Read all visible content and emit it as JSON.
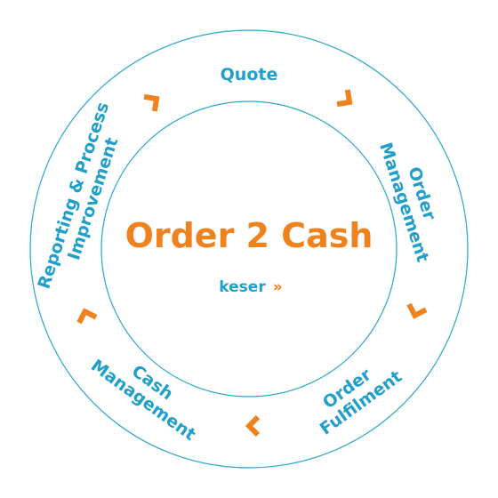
{
  "diagram": {
    "title": "Order 2 Cash",
    "logo": {
      "name": "keser",
      "mark": "»"
    },
    "stages": [
      {
        "lines": [
          "Quote"
        ]
      },
      {
        "lines": [
          "Order",
          "Management"
        ]
      },
      {
        "lines": [
          "Order",
          "Fulfilment"
        ]
      },
      {
        "lines": [
          "Cash",
          "Management"
        ]
      },
      {
        "lines": [
          "Reporting & Process",
          "Improvement"
        ]
      }
    ]
  },
  "colors": {
    "accent": "#f0821e",
    "primary": "#1f9fc9",
    "ring": "#2aa7c9"
  }
}
